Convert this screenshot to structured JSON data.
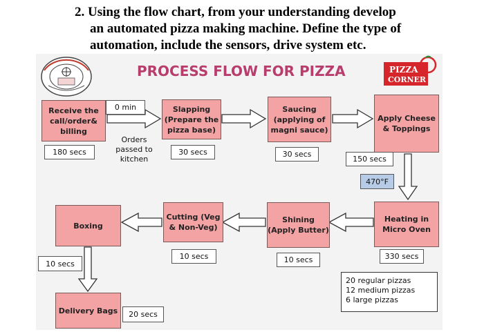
{
  "question": {
    "line1": "2. Using the flow chart, from your understanding develop",
    "line2": "an automated pizza making machine. Define the type of",
    "line3": "automation, include the sensors, drive system etc."
  },
  "title": "PROCESS FLOW FOR PIZZA",
  "brand": {
    "line1": "PIZZA",
    "line2": "CORNER"
  },
  "steps": {
    "receive": "Receive the call/order& billing",
    "slapping": "Slapping (Prepare the pizza base)",
    "saucing": "Saucing (applying of magni sauce)",
    "cheese": "Apply Cheese & Toppings",
    "heating": "Heating in Micro Oven",
    "shining": "Shining (Apply Butter)",
    "cutting": "Cutting (Veg & Non-Veg)",
    "boxing": "Boxing",
    "delivery": "Delivery Bags"
  },
  "times": {
    "start": "0 min",
    "receive": "180 secs",
    "slapping": "30 secs",
    "saucing": "30 secs",
    "cheese": "150 secs",
    "temperature": "470°F",
    "heating": "330 secs",
    "shining": "10 secs",
    "cutting": "10 secs",
    "boxing": "10 secs",
    "delivery": "20 secs"
  },
  "orders_note": "Orders passed to kitchen",
  "capacity": [
    "20 regular pizzas",
    "12 medium pizzas",
    "6 large pizzas"
  ],
  "colors": {
    "box_fill": "#f4a3a5",
    "title": "#b83d6d",
    "brand_red": "#d6262b",
    "temp_fill": "#b7cbe6"
  }
}
